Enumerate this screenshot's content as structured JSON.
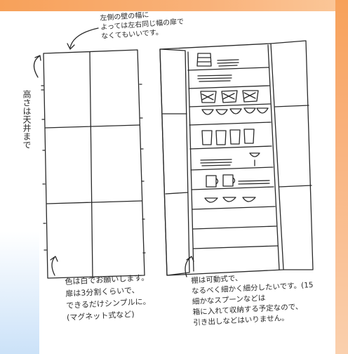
{
  "notes": {
    "top_lines": [
      "左側の壁の幅に",
      "よっては左右同じ幅の扉で",
      "なくてもいいです。"
    ],
    "height_text": "高さは天井まで",
    "color_lines": [
      "色は白でお願いします。",
      "扉は3分割くらいで、",
      "できるだけシンプルに。",
      "(マグネット式など)"
    ],
    "shelf_lines": [
      "棚は可動式で、",
      "なるべく細かく細分したいです。(15",
      "細かなスプーンなどは",
      "箱に入れて収納する予定なので、",
      "引き出しなどはいりません。"
    ]
  },
  "colors": {
    "band": "#f7a15a",
    "ink": "#2a2a2a",
    "paper": "#ffffff"
  },
  "icons": [
    "plate-stack-icon",
    "bowl-icon",
    "cup-icon",
    "glass-icon",
    "mug-icon",
    "cutlery-icon",
    "woven-basket-icon",
    "arrow-icon"
  ]
}
